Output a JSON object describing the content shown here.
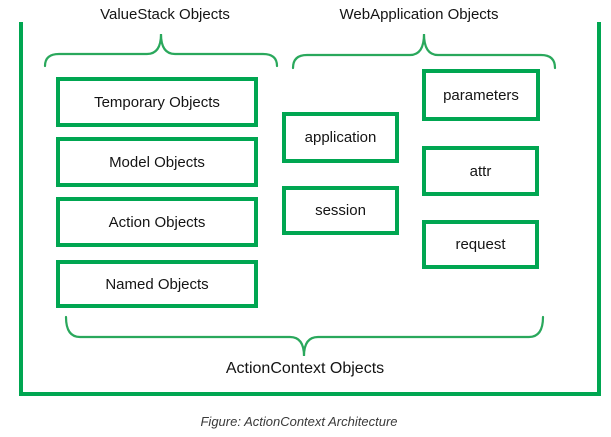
{
  "diagram": {
    "groups": {
      "valuestack": {
        "label": "ValueStack Objects",
        "boxes": [
          "Temporary Objects",
          "Model Objects",
          "Action Objects",
          "Named Objects"
        ]
      },
      "webapplication": {
        "label": "WebApplication Objects",
        "middle_boxes": [
          "application",
          "session"
        ],
        "right_boxes": [
          "parameters",
          "attr",
          "request"
        ]
      },
      "actioncontext": {
        "label": "ActionContext Objects"
      }
    },
    "caption": "Figure: ActionContext Architecture",
    "colors": {
      "box_border_green": "#00a651",
      "brace_green": "#2aa85c",
      "text": "#141414",
      "caption_text": "#3a3a3a"
    }
  }
}
